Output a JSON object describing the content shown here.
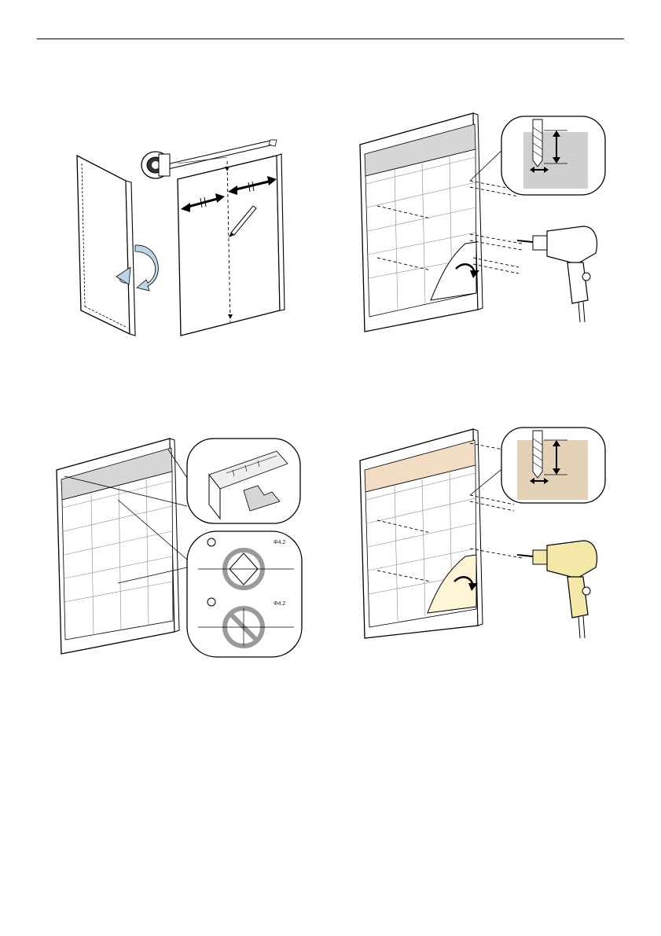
{
  "document": {
    "header_rule": true,
    "steps": [
      {
        "id": 1,
        "subject": "measure-and-mark-cut-panel"
      },
      {
        "id": 2,
        "subject": "template-drill-holes-on-door-panel"
      },
      {
        "id": 3,
        "subject": "align-template-and-check-hinge-position"
      },
      {
        "id": 4,
        "subject": "template-drill-holes-on-colored-panel"
      }
    ],
    "hinge_label": "Φ4.2",
    "colors": {
      "line": "#000000",
      "template_gray": "#d6d6d6",
      "template_beige": "#f3dcc4",
      "detail_gray": "#cfcfcf",
      "detail_beige": "#e3d2b6",
      "sheet_beige": "#fff5d6",
      "curl_arrow": "#bcd6e6"
    }
  }
}
